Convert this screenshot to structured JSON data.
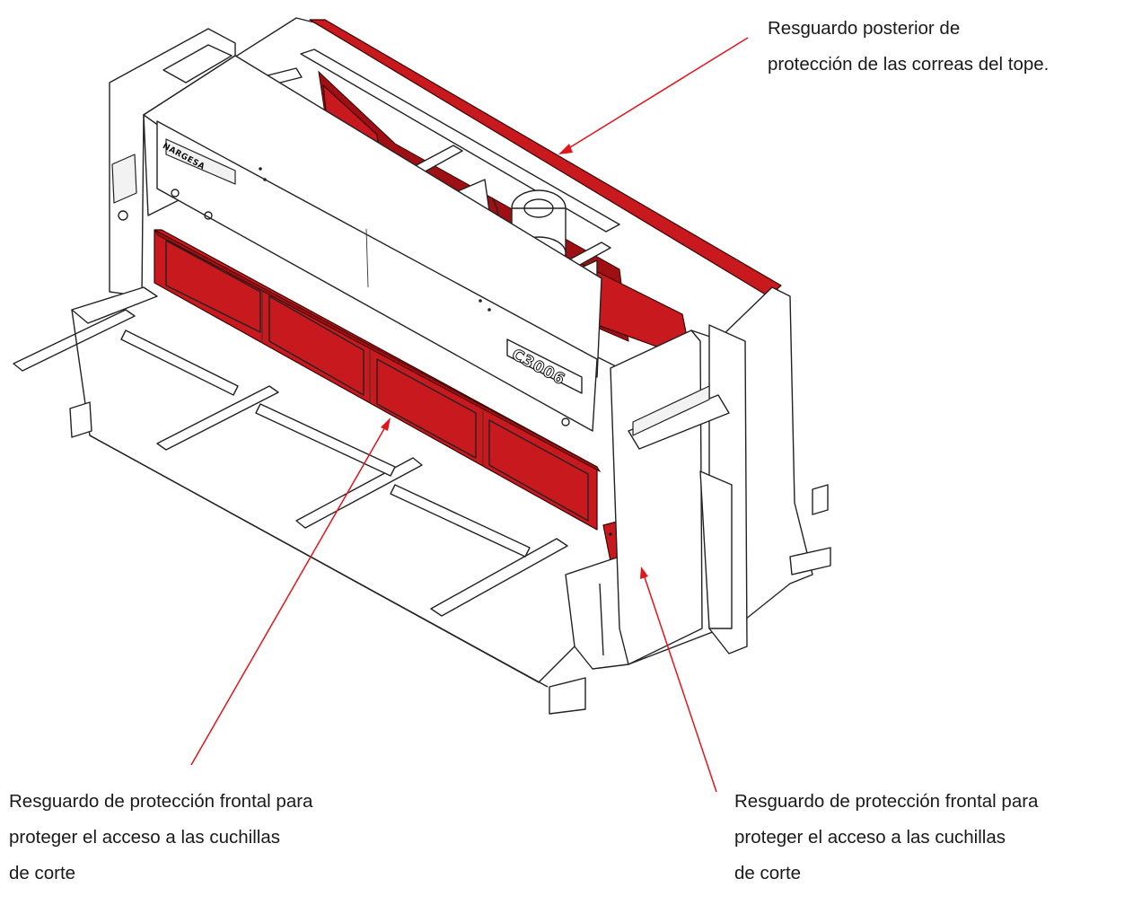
{
  "colors": {
    "guard_red": "#c8191e",
    "arrow_red": "#e3141b",
    "line": "#222222",
    "background": "#ffffff"
  },
  "machine": {
    "brand_plate": "NARGESA",
    "model_plate": "C3006"
  },
  "callouts": {
    "rear_guard": {
      "line1": "Resguardo posterior de",
      "line2": "protección de las correas del tope."
    },
    "front_guard_left": {
      "line1": "Resguardo de protección frontal para",
      "line2": "proteger el acceso a las cuchillas",
      "line3": "de corte"
    },
    "front_guard_right": {
      "line1": "Resguardo de protección frontal para",
      "line2": "proteger el acceso a las cuchillas",
      "line3": "de corte"
    }
  }
}
